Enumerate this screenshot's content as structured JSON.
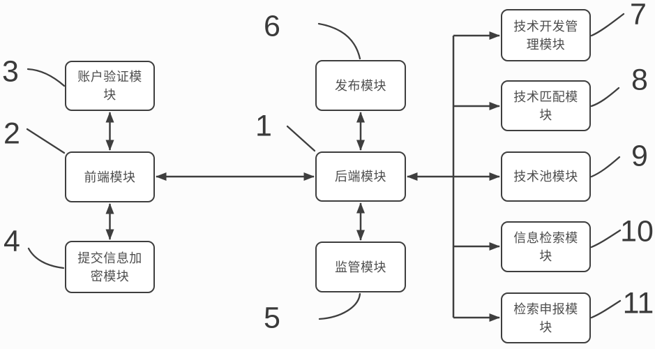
{
  "colors": {
    "background": "#fcfcfc",
    "box_fill": "#ffffff",
    "stroke": "#3e3e3e",
    "label_text": "#4d4d4d",
    "number_text": "#3a3a3a"
  },
  "boxes": [
    {
      "num": "3",
      "label": "账户验证模块"
    },
    {
      "num": "2",
      "label": "前端模块"
    },
    {
      "num": "4",
      "label": "提交信息加密模块"
    },
    {
      "num": "6",
      "label": "发布模块"
    },
    {
      "num": "1",
      "label": "后端模块"
    },
    {
      "num": "5",
      "label": "监管模块"
    },
    {
      "num": "7",
      "label": "技术开发管理模块"
    },
    {
      "num": "8",
      "label": "技术匹配模块"
    },
    {
      "num": "9",
      "label": "技术池模块"
    },
    {
      "num": "10",
      "label": "信息检索模块"
    },
    {
      "num": "11",
      "label": "检索申报模块"
    }
  ]
}
